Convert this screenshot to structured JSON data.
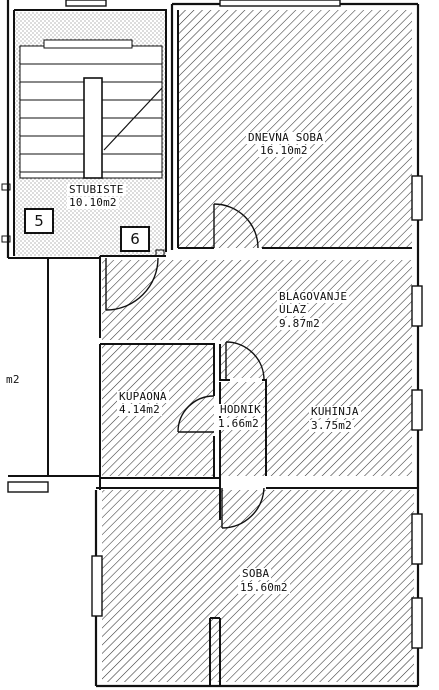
{
  "rooms": {
    "stubiste": {
      "name": "STUBISTE",
      "area": "10.10m2"
    },
    "dnevna_soba": {
      "name": "DNEVNA SOBA",
      "area": "16.10m2"
    },
    "blagovanje": {
      "name_line1": "BLAGOVANJE",
      "name_line2": "ULAZ",
      "area": "9.87m2"
    },
    "kupaona": {
      "name": "KUPAONA",
      "area": "4.14m2"
    },
    "hodnik": {
      "name": "HODNIK",
      "area": "1.66m2"
    },
    "kuhinja": {
      "name": "KUHINJA",
      "area": "3.75m2"
    },
    "soba": {
      "name": "SOBA",
      "area": "15.60m2"
    },
    "cut_off_left": {
      "area": "m2"
    }
  },
  "markers": {
    "m5": "5",
    "m6": "6"
  },
  "colors": {
    "line": "#111111",
    "background": "#ffffff",
    "hatch": "#333333",
    "dots": "#555555"
  }
}
